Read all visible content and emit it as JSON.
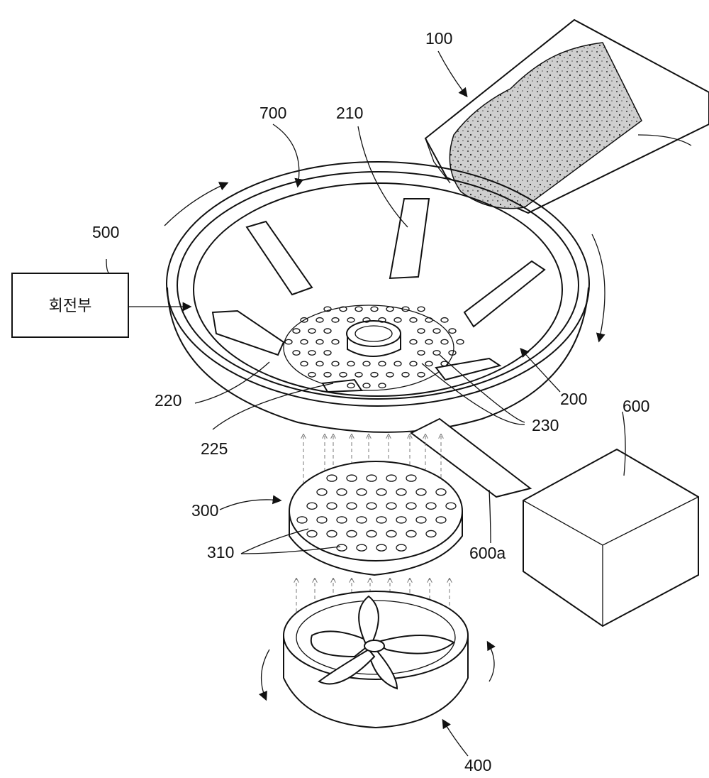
{
  "labels": {
    "hopper": "100",
    "drum": "200",
    "blade": "210",
    "wing": "220",
    "center": "225",
    "holes": "230",
    "plate": "300",
    "plate_holes": "310",
    "fan": "400",
    "rotator": "500",
    "unit": "600",
    "duct": "600a",
    "rim": "700"
  },
  "rotator_box_text": "회전부"
}
